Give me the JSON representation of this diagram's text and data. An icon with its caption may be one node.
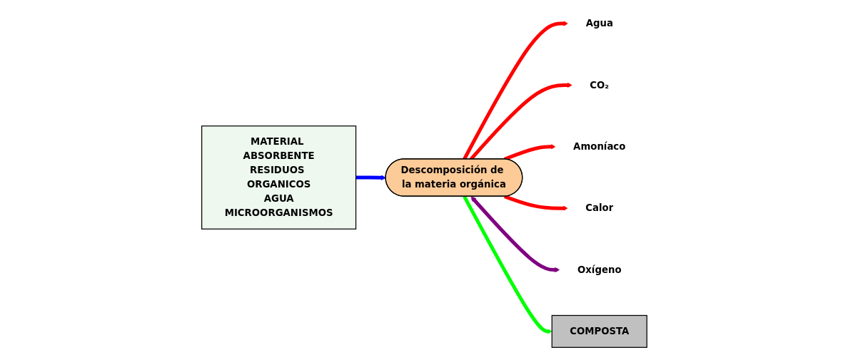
{
  "diagram": {
    "nodes": [
      {
        "text": [
          "MATERIAL ABSORBENTE",
          "RESIDUOS ORGANICOS",
          "AGUA",
          "MICROORGANISMOS"
        ]
      },
      {
        "text": [
          "Descomposición de la materia orgánica"
        ]
      },
      {
        "text": [
          "Agua"
        ]
      },
      {
        "text": [
          "CO₂"
        ]
      },
      {
        "text": [
          "Amoníaco"
        ]
      },
      {
        "text": [
          "Calor"
        ]
      },
      {
        "text": [
          "Oxígeno"
        ]
      },
      {
        "text": [
          "COMPOSTA"
        ]
      }
    ],
    "edges": [
      {
        "from": 0,
        "to": 1,
        "arrow": "to",
        "color": "#0000ff"
      },
      {
        "from": 1,
        "to": 2,
        "arrow": "to"
      },
      {
        "from": 1,
        "to": 3,
        "arrow": "to"
      },
      {
        "from": 1,
        "to": 4,
        "arrow": "to"
      },
      {
        "from": 1,
        "to": 5,
        "arrow": "to"
      },
      {
        "from": 1,
        "to": 6,
        "arrow": "both",
        "color": "#800080"
      },
      {
        "from": 1,
        "to": 7,
        "arrow": "to",
        "color": "#00ff00"
      }
    ]
  }
}
